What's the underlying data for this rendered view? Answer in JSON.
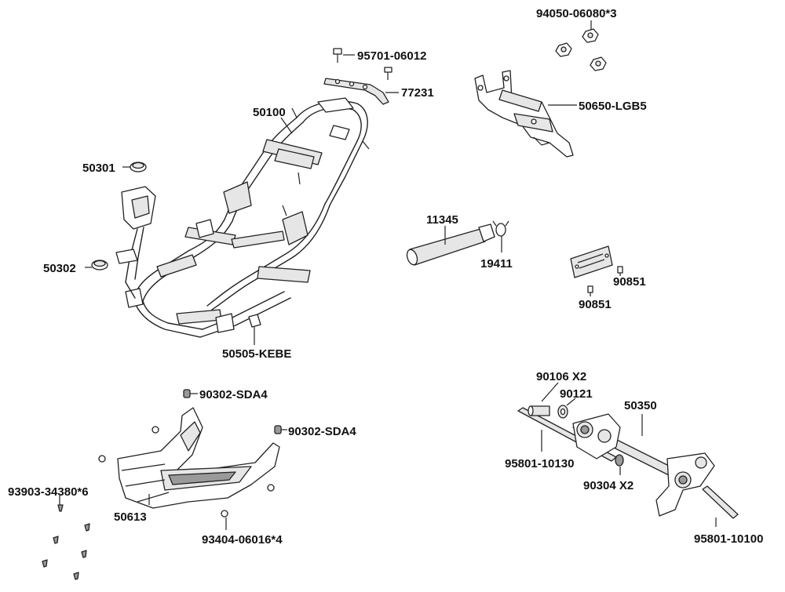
{
  "labels": {
    "p94050": "94050-06080*3",
    "p95701": "95701-06012",
    "p77231": "77231",
    "p50650": "50650-LGB5",
    "p50100": "50100",
    "p50301": "50301",
    "p50302": "50302",
    "p11345": "11345",
    "p19411": "19411",
    "p90851a": "90851",
    "p90851b": "90851",
    "p50505": "50505-KEBE",
    "p90302a": "90302-SDA4",
    "p90302b": "90302-SDA4",
    "p90106": "90106 X2",
    "p90121": "90121",
    "p50350": "50350",
    "p95801a": "95801-10130",
    "p90304": "90304 X2",
    "p95801b": "95801-10100",
    "p93903": "93903-34380*6",
    "p50613": "50613",
    "p93404": "93404-06016*4"
  }
}
